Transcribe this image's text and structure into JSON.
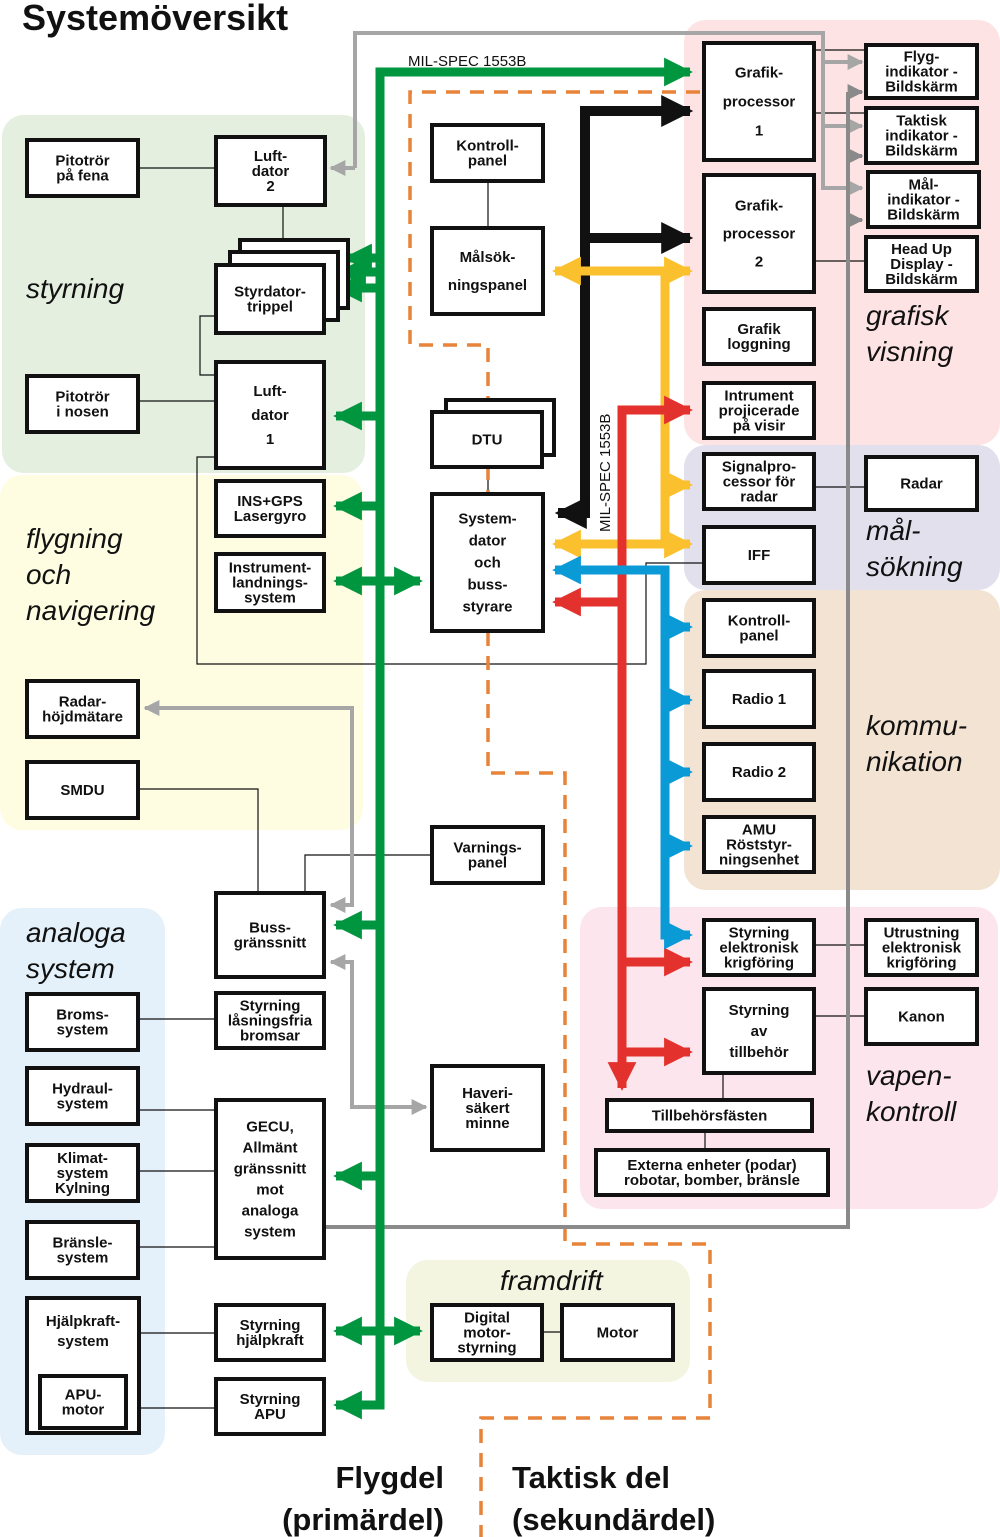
{
  "title": "Systemöversikt",
  "colors": {
    "green_bus": "#00963f",
    "black_bus": "#111111",
    "yellow_bus": "#fbc02d",
    "red_bus": "#e3312d",
    "blue_bus": "#0a9ad6",
    "gray_bus": "#a6a6a6",
    "gray_dark": "#8a8a8a",
    "orange_divider": "#e8843a"
  },
  "bus_labels": {
    "horizontal": "MIL-SPEC 1553B",
    "vertical": "MIL-SPEC 1553B"
  },
  "regions": [
    {
      "id": "styrning",
      "lines": [
        "styrning"
      ],
      "color": "#e4efdf"
    },
    {
      "id": "flygning",
      "lines": [
        "flygning",
        "och",
        "navigering"
      ],
      "color": "#fefde2"
    },
    {
      "id": "analoga",
      "lines": [
        "analoga",
        "system"
      ],
      "color": "#e4f1fa"
    },
    {
      "id": "grafisk",
      "lines": [
        "grafisk",
        "visning"
      ],
      "color": "#fde3e3"
    },
    {
      "id": "malsokning",
      "lines": [
        "mål-",
        "sökning"
      ],
      "color": "#e3e0ee"
    },
    {
      "id": "kommunikation",
      "lines": [
        "kommu-",
        "nikation"
      ],
      "color": "#f2e3d2"
    },
    {
      "id": "vapenkontroll",
      "lines": [
        "vapen-",
        "kontroll"
      ],
      "color": "#fce5ec"
    },
    {
      "id": "framdrift",
      "lines": [
        "framdrift"
      ],
      "color": "#f3f5e0"
    }
  ],
  "boxes": [
    {
      "id": "pitotror-fena",
      "lines": [
        "Pitotrör",
        "på fena"
      ]
    },
    {
      "id": "luftdator-2",
      "lines": [
        "Luft-",
        "dator",
        "2"
      ]
    },
    {
      "id": "styrdator-trippel",
      "lines": [
        "Styrdator-",
        "trippel"
      ]
    },
    {
      "id": "pitotror-nosen",
      "lines": [
        "Pitotrör",
        "i nosen"
      ]
    },
    {
      "id": "luftdator-1",
      "lines": [
        "Luft-",
        "dator",
        "1"
      ]
    },
    {
      "id": "ins-gps",
      "lines": [
        "INS+GPS",
        "Lasergyro"
      ]
    },
    {
      "id": "instrumentlandning",
      "lines": [
        "Instrument-",
        "landnings-",
        "system"
      ]
    },
    {
      "id": "radarhojdmatare",
      "lines": [
        "Radar-",
        "höjdmätare"
      ]
    },
    {
      "id": "smdu",
      "lines": [
        "SMDU"
      ]
    },
    {
      "id": "bussgranssnitt",
      "lines": [
        "Buss-",
        "gränssnitt"
      ]
    },
    {
      "id": "styrning-bromsar",
      "lines": [
        "Styrning",
        "låsningsfria",
        "bromsar"
      ]
    },
    {
      "id": "bromssystem",
      "lines": [
        "Broms-",
        "system"
      ]
    },
    {
      "id": "hydraulsystem",
      "lines": [
        "Hydraul-",
        "system"
      ]
    },
    {
      "id": "klimatsystem",
      "lines": [
        "Klimat-",
        "system",
        "Kylning"
      ]
    },
    {
      "id": "bransle-system",
      "lines": [
        "Bränsle-",
        "system"
      ]
    },
    {
      "id": "gecu",
      "lines": [
        "GECU,",
        "Allmänt",
        "gränssnitt",
        "mot",
        "analoga",
        "system"
      ]
    },
    {
      "id": "hjalpkraftsystem",
      "lines": [
        "Hjälpkraft-",
        "system"
      ]
    },
    {
      "id": "apu-motor",
      "lines": [
        "APU-",
        "motor"
      ]
    },
    {
      "id": "styrning-hjalpkraft",
      "lines": [
        "Styrning",
        "hjälpkraft"
      ]
    },
    {
      "id": "styrning-apu",
      "lines": [
        "Styrning",
        "APU"
      ]
    },
    {
      "id": "kontrollpanel-top",
      "lines": [
        "Kontroll-",
        "panel"
      ]
    },
    {
      "id": "malsokningspanel",
      "lines": [
        "Målsök-",
        "ningspanel"
      ]
    },
    {
      "id": "dtu",
      "lines": [
        "DTU"
      ]
    },
    {
      "id": "systemdator",
      "lines": [
        "System-",
        "dator",
        "och",
        "buss-",
        "styrare"
      ]
    },
    {
      "id": "varningspanel",
      "lines": [
        "Varnings-",
        "panel"
      ]
    },
    {
      "id": "haverisakert-minne",
      "lines": [
        "Haveri-",
        "säkert",
        "minne"
      ]
    },
    {
      "id": "grafikprocessor-1",
      "lines": [
        "Grafik-",
        "processor",
        "1"
      ]
    },
    {
      "id": "grafikprocessor-2",
      "lines": [
        "Grafik-",
        "processor",
        "2"
      ]
    },
    {
      "id": "grafik-loggning",
      "lines": [
        "Grafik",
        "loggning"
      ]
    },
    {
      "id": "instrument-visir",
      "lines": [
        "Intrument",
        "projicerade",
        "på visir"
      ]
    },
    {
      "id": "flygindikator",
      "lines": [
        "Flyg-",
        "indikator -",
        "Bildskärm"
      ]
    },
    {
      "id": "taktisk-indikator",
      "lines": [
        "Taktisk",
        "indikator -",
        "Bildskärm"
      ]
    },
    {
      "id": "malindikator",
      "lines": [
        "Mål-",
        "indikator -",
        "Bildskärm"
      ]
    },
    {
      "id": "head-up-display",
      "lines": [
        "Head Up",
        "Display -",
        "Bildskärm"
      ]
    },
    {
      "id": "signalprocessor",
      "lines": [
        "Signalpro-",
        "cessor för",
        "radar"
      ]
    },
    {
      "id": "radar",
      "lines": [
        "Radar"
      ]
    },
    {
      "id": "iff",
      "lines": [
        "IFF"
      ]
    },
    {
      "id": "kontrollpanel-komm",
      "lines": [
        "Kontroll-",
        "panel"
      ]
    },
    {
      "id": "radio-1",
      "lines": [
        "Radio 1"
      ]
    },
    {
      "id": "radio-2",
      "lines": [
        "Radio 2"
      ]
    },
    {
      "id": "amu",
      "lines": [
        "AMU",
        "Röststyr-",
        "ningsenhet"
      ]
    },
    {
      "id": "styrning-ek",
      "lines": [
        "Styrning",
        "elektronisk",
        "krigföring"
      ]
    },
    {
      "id": "utrustning-ek",
      "lines": [
        "Utrustning",
        "elektronisk",
        "krigföring"
      ]
    },
    {
      "id": "styrning-tillbehor",
      "lines": [
        "Styrning",
        "av",
        "tillbehör"
      ]
    },
    {
      "id": "kanon",
      "lines": [
        "Kanon"
      ]
    },
    {
      "id": "tillbehorsfasten",
      "lines": [
        "Tillbehörsfästen"
      ]
    },
    {
      "id": "externa-enheter",
      "lines": [
        "Externa enheter (podar)",
        "robotar, bomber, bränsle"
      ]
    },
    {
      "id": "digital-motorstyrning",
      "lines": [
        "Digital",
        "motor-",
        "styrning"
      ]
    },
    {
      "id": "motor",
      "lines": [
        "Motor"
      ]
    }
  ],
  "footer": {
    "left_line1": "Flygdel",
    "left_line2": "(primärdel)",
    "right_line1": "Taktisk del",
    "right_line2": "(sekundärdel)"
  }
}
